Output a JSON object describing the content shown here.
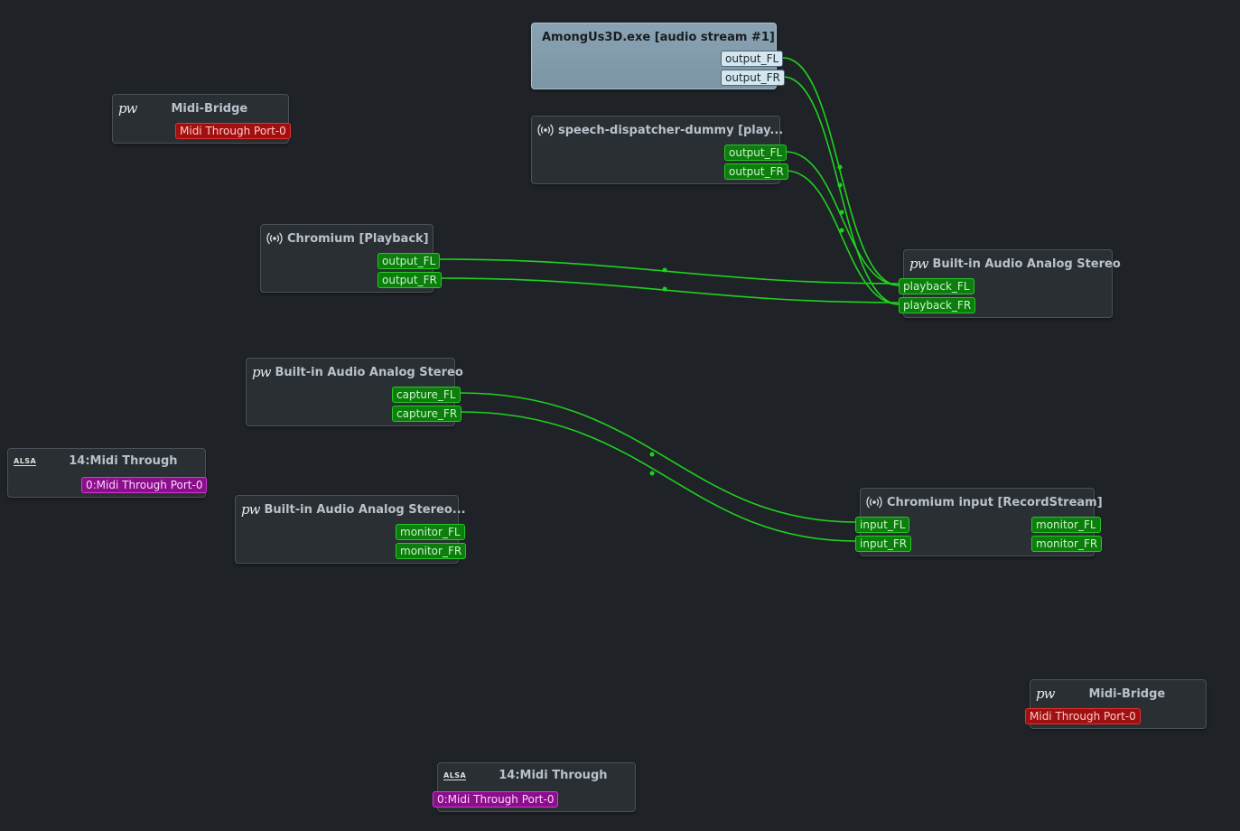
{
  "nodes": {
    "among_us": {
      "title": "AmongUs3D.exe [audio stream #1]",
      "icon": "stream-icon",
      "ports": {
        "out_fl": "output_FL",
        "out_fr": "output_FR"
      }
    },
    "speech": {
      "title": "speech-dispatcher-dummy [play...",
      "icon": "stream-icon",
      "ports": {
        "out_fl": "output_FL",
        "out_fr": "output_FR"
      }
    },
    "midi_bridge_1": {
      "title": "Midi-Bridge",
      "icon": "pw",
      "ports": {
        "midi": "Midi Through Port-0"
      }
    },
    "chromium_playback": {
      "title": "Chromium [Playback]",
      "icon": "stream-icon",
      "ports": {
        "out_fl": "output_FL",
        "out_fr": "output_FR"
      }
    },
    "builtin_sink": {
      "title": "Built-in Audio Analog Stereo",
      "icon": "pw",
      "ports": {
        "pb_fl": "playback_FL",
        "pb_fr": "playback_FR"
      }
    },
    "builtin_source": {
      "title": "Built-in Audio Analog Stereo",
      "icon": "pw",
      "ports": {
        "cap_fl": "capture_FL",
        "cap_fr": "capture_FR"
      }
    },
    "midi_through_1": {
      "title": "14:Midi Through",
      "icon": "ALSA",
      "ports": {
        "midi": "0:Midi Through Port-0"
      }
    },
    "builtin_monitor": {
      "title": "Built-in Audio Analog Stereo...",
      "icon": "pw",
      "ports": {
        "mon_fl": "monitor_FL",
        "mon_fr": "monitor_FR"
      }
    },
    "chromium_input": {
      "title": "Chromium input [RecordStream]",
      "icon": "stream-icon",
      "ports": {
        "in_fl": "input_FL",
        "in_fr": "input_FR",
        "mon_fl": "monitor_FL",
        "mon_fr": "monitor_FR"
      }
    },
    "midi_bridge_2": {
      "title": "Midi-Bridge",
      "icon": "pw",
      "ports": {
        "midi": "Midi Through Port-0"
      }
    },
    "midi_through_2": {
      "title": "14:Midi Through",
      "icon": "ALSA",
      "ports": {
        "midi": "0:Midi Through Port-0"
      }
    }
  },
  "colors": {
    "background": "#1f2327",
    "audio_wire": "#1fd11f",
    "audio_port": "#0d7d0d",
    "midi_port": "#a01010",
    "alsa_midi_port": "#8a0f8a",
    "selected_node": "#8aa3b3"
  }
}
